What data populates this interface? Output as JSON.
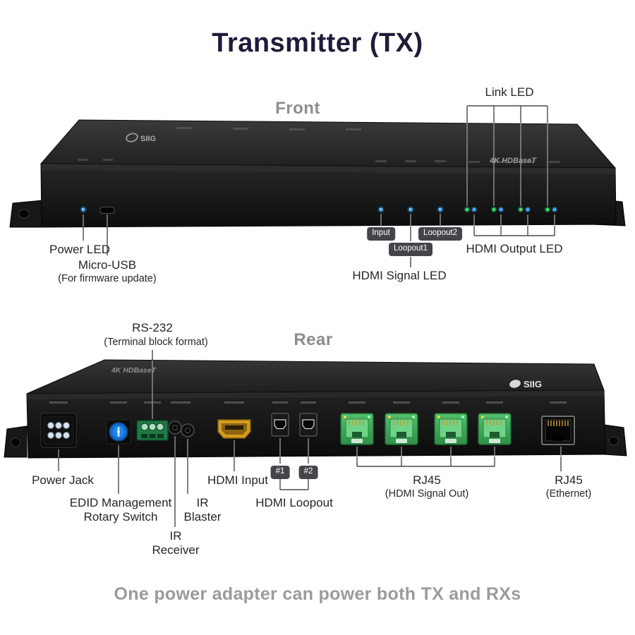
{
  "title": "Transmitter (TX)",
  "brand": "SIIG",
  "badge_4k": "4K HDBaseT",
  "front": {
    "section_label": "Front",
    "callouts": {
      "link_led": "Link LED",
      "power_led": "Power LED",
      "micro_usb": "Micro-USB",
      "micro_usb_note": "(For firmware update)",
      "hdmi_signal_led": "HDMI Signal LED",
      "hdmi_output_led": "HDMI Output LED"
    },
    "port_badges": {
      "input": "Input",
      "loopout1": "Loopout1",
      "loopout2": "Loopout2"
    }
  },
  "rear": {
    "section_label": "Rear",
    "callouts": {
      "rs232": "RS-232",
      "rs232_note": "(Terminal block format)",
      "power_jack": "Power Jack",
      "edid_line1": "EDID Management",
      "edid_line2": "Rotary Switch",
      "ir_receiver_line1": "IR",
      "ir_receiver_line2": "Receiver",
      "ir_blaster_line1": "IR",
      "ir_blaster_line2": "Blaster",
      "hdmi_input": "HDMI Input",
      "hdmi_loopout": "HDMI Loopout",
      "rj45_signal": "RJ45",
      "rj45_signal_note": "(HDMI Signal Out)",
      "rj45_ethernet": "RJ45",
      "rj45_ethernet_note": "(Ethernet)"
    },
    "port_badges": {
      "loopout_1": "#1",
      "loopout_2": "#2"
    }
  },
  "footer_note": "One power adapter can power both TX and RXs",
  "colors": {
    "title": "#1d1d3a",
    "section_label": "#8d8d8d",
    "callout_text": "#262626",
    "badge_bg": "#44444b",
    "led_blue": "#35a7f5",
    "led_green": "#2fd96c",
    "footer": "#9b9b9b"
  }
}
